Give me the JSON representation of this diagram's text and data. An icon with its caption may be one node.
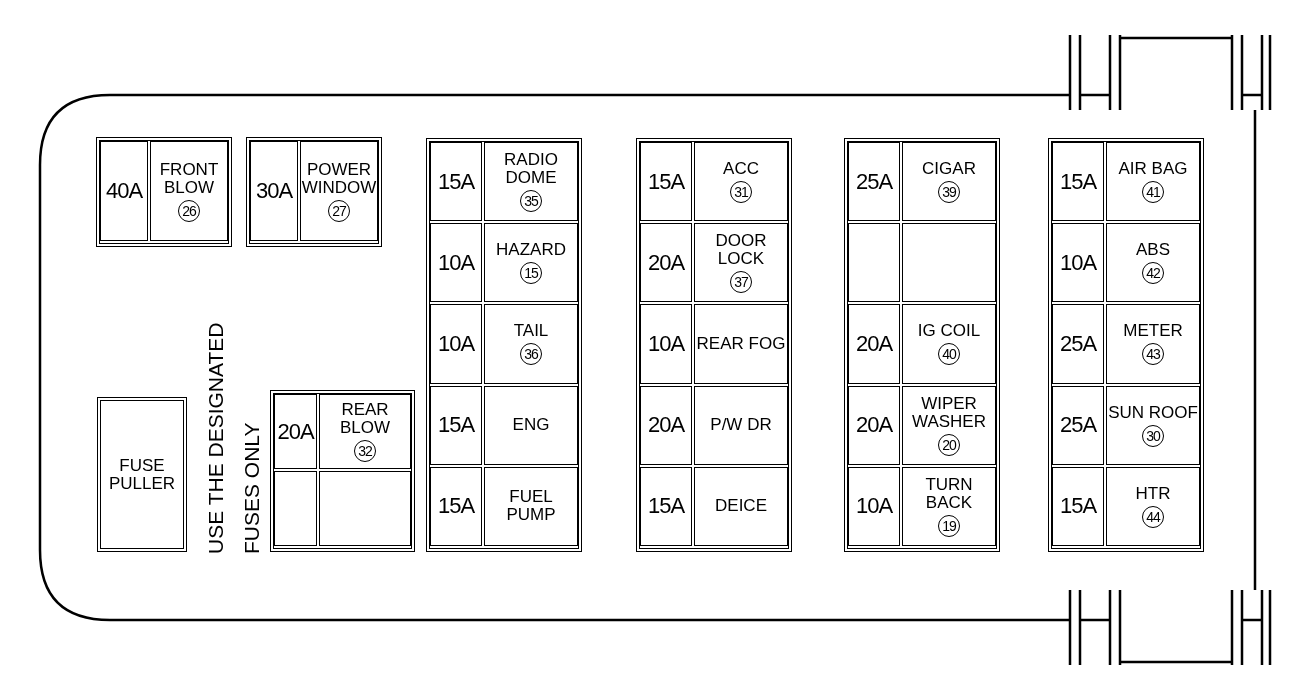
{
  "diagram": {
    "nodes": [
      {
        "text": [],
        "shape": "box"
      },
      {
        "text": [],
        "shape": "box",
        "in": 0
      },
      {
        "text": [
          "40A"
        ],
        "in": 1
      },
      {
        "text": [
          "FRONT BLOW",
          "26"
        ],
        "in": 1
      },
      {
        "text": [],
        "shape": "box",
        "in": 0
      },
      {
        "text": [
          "30A"
        ],
        "in": 4
      },
      {
        "text": [
          "POWER WINDOW",
          "27"
        ],
        "in": 4
      },
      {
        "text": [],
        "shape": "box",
        "in": 0
      },
      {
        "text": [
          "15A"
        ],
        "in": 7
      },
      {
        "text": [
          "RADIO DOME",
          "35"
        ],
        "in": 7
      },
      {
        "text": [
          "10A"
        ],
        "in": 7
      },
      {
        "text": [
          "HAZARD",
          "15"
        ],
        "in": 7
      },
      {
        "text": [
          "10A"
        ],
        "in": 7
      },
      {
        "text": [
          "TAIL",
          "36"
        ],
        "in": 7
      },
      {
        "text": [
          "15A"
        ],
        "in": 7
      },
      {
        "text": [
          "ENG"
        ],
        "in": 7
      },
      {
        "text": [
          "15A"
        ],
        "in": 7
      },
      {
        "text": [
          "FUEL PUMP"
        ],
        "in": 7
      },
      {
        "text": [],
        "shape": "box",
        "in": 0
      },
      {
        "text": [
          "15A"
        ],
        "in": 18
      },
      {
        "text": [
          "ACC",
          "31"
        ],
        "in": 18
      },
      {
        "text": [
          "20A"
        ],
        "in": 18
      },
      {
        "text": [
          "DOOR LOCK",
          "37"
        ],
        "in": 18
      },
      {
        "text": [
          "10A"
        ],
        "in": 18
      },
      {
        "text": [
          "REAR FOG"
        ],
        "in": 18
      },
      {
        "text": [
          "20A"
        ],
        "in": 18
      },
      {
        "text": [
          "P/W DR"
        ],
        "in": 18
      },
      {
        "text": [
          "15A"
        ],
        "in": 18
      },
      {
        "text": [
          "DEICE"
        ],
        "in": 18
      },
      {
        "text": [],
        "shape": "box",
        "in": 0
      },
      {
        "text": [
          "25A"
        ],
        "in": 29
      },
      {
        "text": [
          "CIGAR",
          "39"
        ],
        "in": 29
      },
      {
        "text": [],
        "shape": "box",
        "in": 29
      },
      {
        "text": [],
        "shape": "box",
        "in": 29
      },
      {
        "text": [
          "20A"
        ],
        "in": 29
      },
      {
        "text": [
          "IG COIL",
          "40"
        ],
        "in": 29
      },
      {
        "text": [
          "20A"
        ],
        "in": 29
      },
      {
        "text": [
          "WIPER WASHER",
          "20"
        ],
        "in": 29
      },
      {
        "text": [
          "10A"
        ],
        "in": 29
      },
      {
        "text": [
          "TURN BACK",
          "19"
        ],
        "in": 29
      },
      {
        "text": [],
        "shape": "box",
        "in": 0
      },
      {
        "text": [
          "15A"
        ],
        "in": 40
      },
      {
        "text": [
          "AIR BAG",
          "41"
        ],
        "in": 40
      },
      {
        "text": [
          "10A"
        ],
        "in": 40
      },
      {
        "text": [
          "ABS",
          "42"
        ],
        "in": 40
      },
      {
        "text": [
          "25A"
        ],
        "in": 40
      },
      {
        "text": [
          "METER",
          "43"
        ],
        "in": 40
      },
      {
        "text": [
          "25A"
        ],
        "in": 40
      },
      {
        "text": [
          "SUN ROOF",
          "30"
        ],
        "in": 40
      },
      {
        "text": [
          "15A"
        ],
        "in": 40
      },
      {
        "text": [
          "HTR",
          "44"
        ],
        "in": 40
      },
      {
        "text": [
          "FUSE PULLER"
        ],
        "in": 0
      },
      {
        "text": [],
        "shape": "box",
        "in": 0
      },
      {
        "text": [
          "20A"
        ],
        "in": 52
      },
      {
        "text": [
          "REAR BLOW",
          "32"
        ],
        "in": 52
      },
      {
        "text": [],
        "shape": "box",
        "in": 52
      },
      {
        "text": [],
        "shape": "box",
        "in": 52
      }
    ],
    "labels": [
      "USE THE DESIGNATED FUSES ONLY"
    ]
  }
}
